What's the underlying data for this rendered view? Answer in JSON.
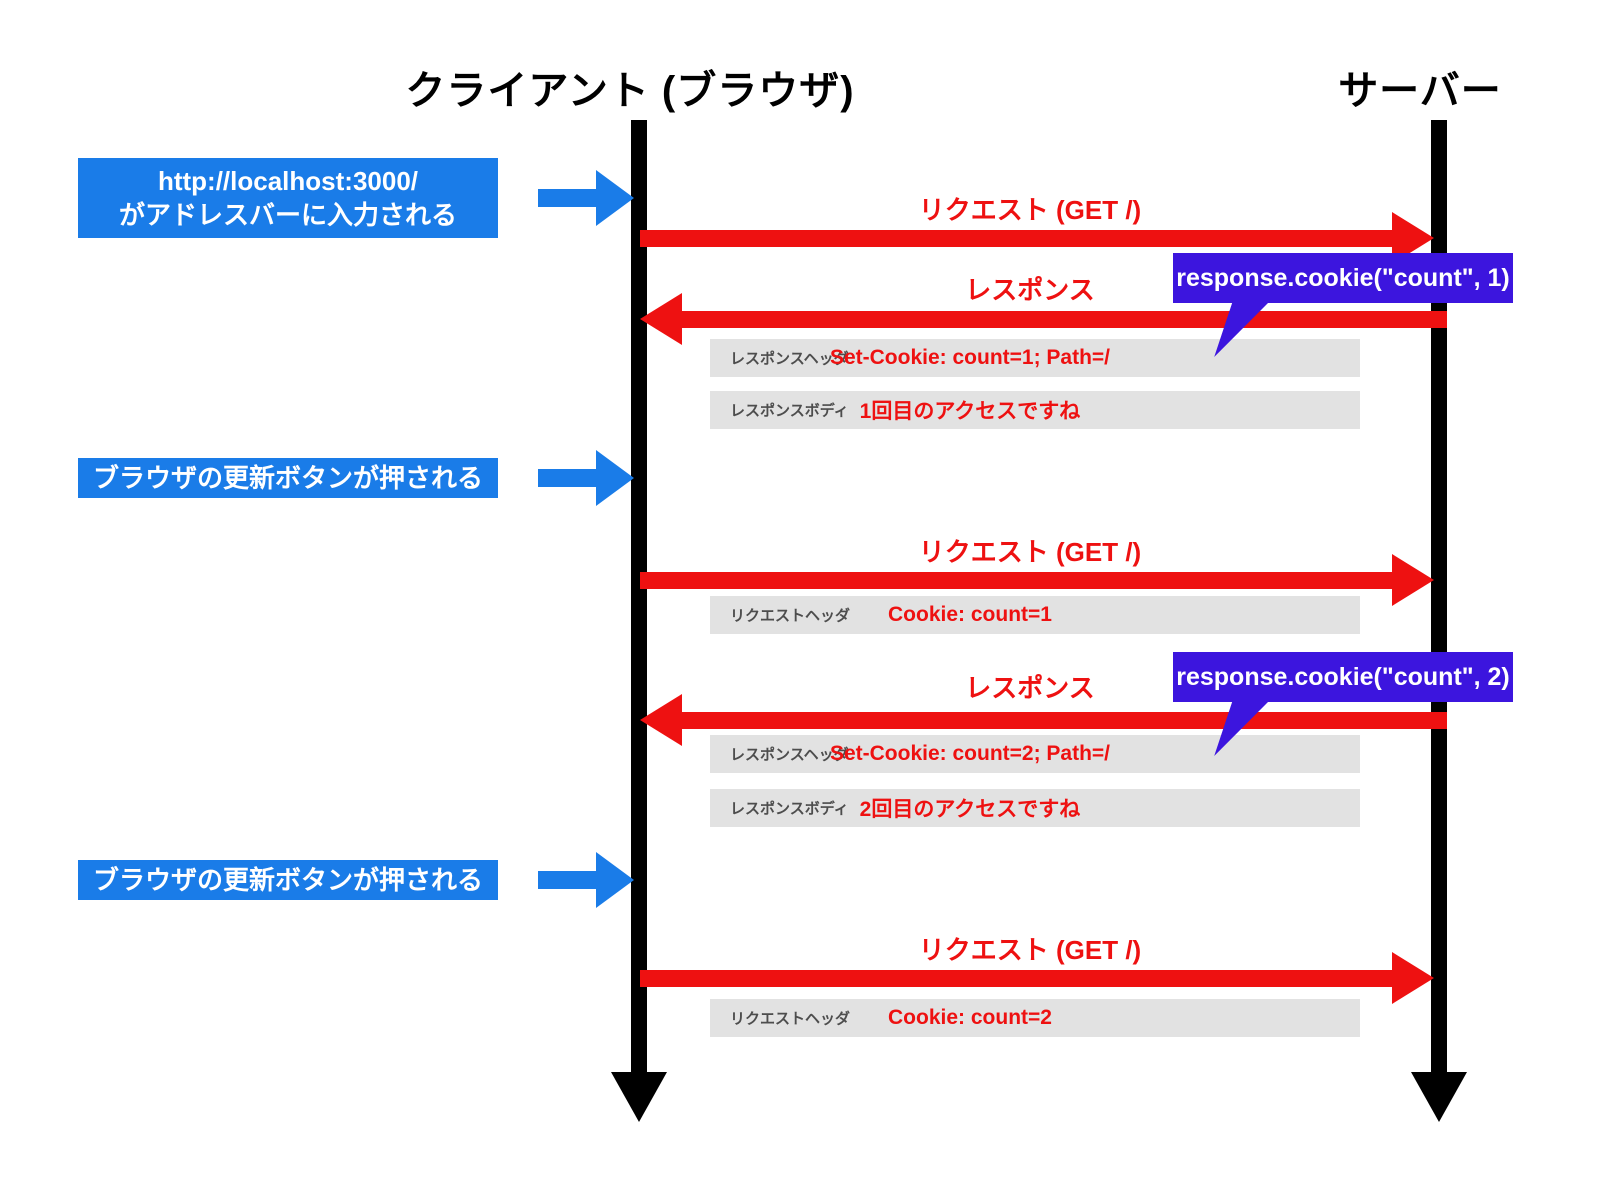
{
  "diagram": {
    "client_title": "クライアント (ブラウザ)",
    "server_title": "サーバー",
    "events": [
      {
        "lines": [
          "http://localhost:3000/",
          "がアドレスバーに入力される"
        ]
      },
      {
        "lines": [
          "ブラウザの更新ボタンが押される"
        ]
      },
      {
        "lines": [
          "ブラウザの更新ボタンが押される"
        ]
      }
    ],
    "messages": [
      {
        "label": "リクエスト (GET /)",
        "direction": "right"
      },
      {
        "label": "レスポンス",
        "direction": "left"
      },
      {
        "label": "リクエスト (GET /)",
        "direction": "right"
      },
      {
        "label": "レスポンス",
        "direction": "left"
      },
      {
        "label": "リクエスト (GET /)",
        "direction": "right"
      }
    ],
    "callouts": [
      {
        "text": "response.cookie(\"count\", 1)"
      },
      {
        "text": "response.cookie(\"count\", 2)"
      }
    ],
    "detail_rows": [
      {
        "label": "レスポンスヘッダ",
        "value": "Set-Cookie: count=1; Path=/"
      },
      {
        "label": "レスポンスボディ",
        "value": "1回目のアクセスですね"
      },
      {
        "label": "リクエストヘッダ",
        "value": "Cookie: count=1"
      },
      {
        "label": "レスポンスヘッダ",
        "value": "Set-Cookie: count=2; Path=/"
      },
      {
        "label": "レスポンスボディ",
        "value": "2回目のアクセスですね"
      },
      {
        "label": "リクエストヘッダ",
        "value": "Cookie: count=2"
      }
    ],
    "colors": {
      "event_blue": "#1a7ce8",
      "arrow_red": "#ee1111",
      "callout_purple": "#3c15de",
      "row_gray": "#e2e2e2",
      "lifeline_black": "#000000"
    }
  }
}
